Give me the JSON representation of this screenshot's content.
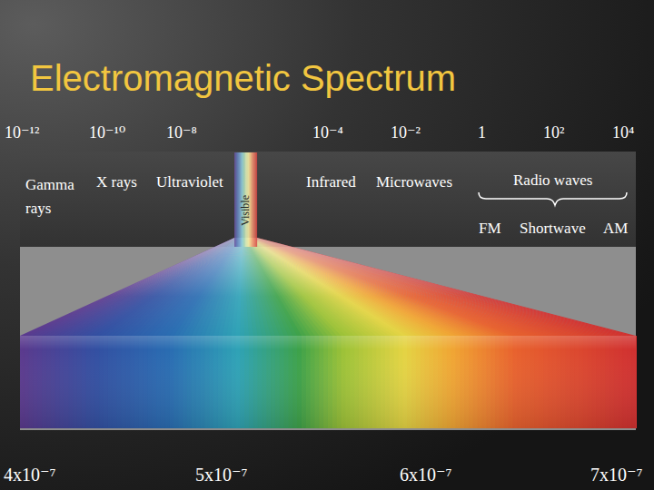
{
  "diagram": {
    "title": "Electromagnetic Spectrum",
    "labels": [
      "10⁻¹²",
      "10⁻¹⁰",
      "10⁻⁸",
      "10⁻⁴",
      "10⁻²",
      "1",
      "10²",
      "10⁴",
      "Gamma rays",
      "X rays",
      "Ultraviolet",
      "Visible",
      "Infrared",
      "Microwaves",
      "Radio waves",
      "FM",
      "Shortwave",
      "AM",
      "4x10⁻⁷",
      "5x10⁻⁷",
      "6x10⁻⁷",
      "7x10⁻⁷"
    ]
  }
}
